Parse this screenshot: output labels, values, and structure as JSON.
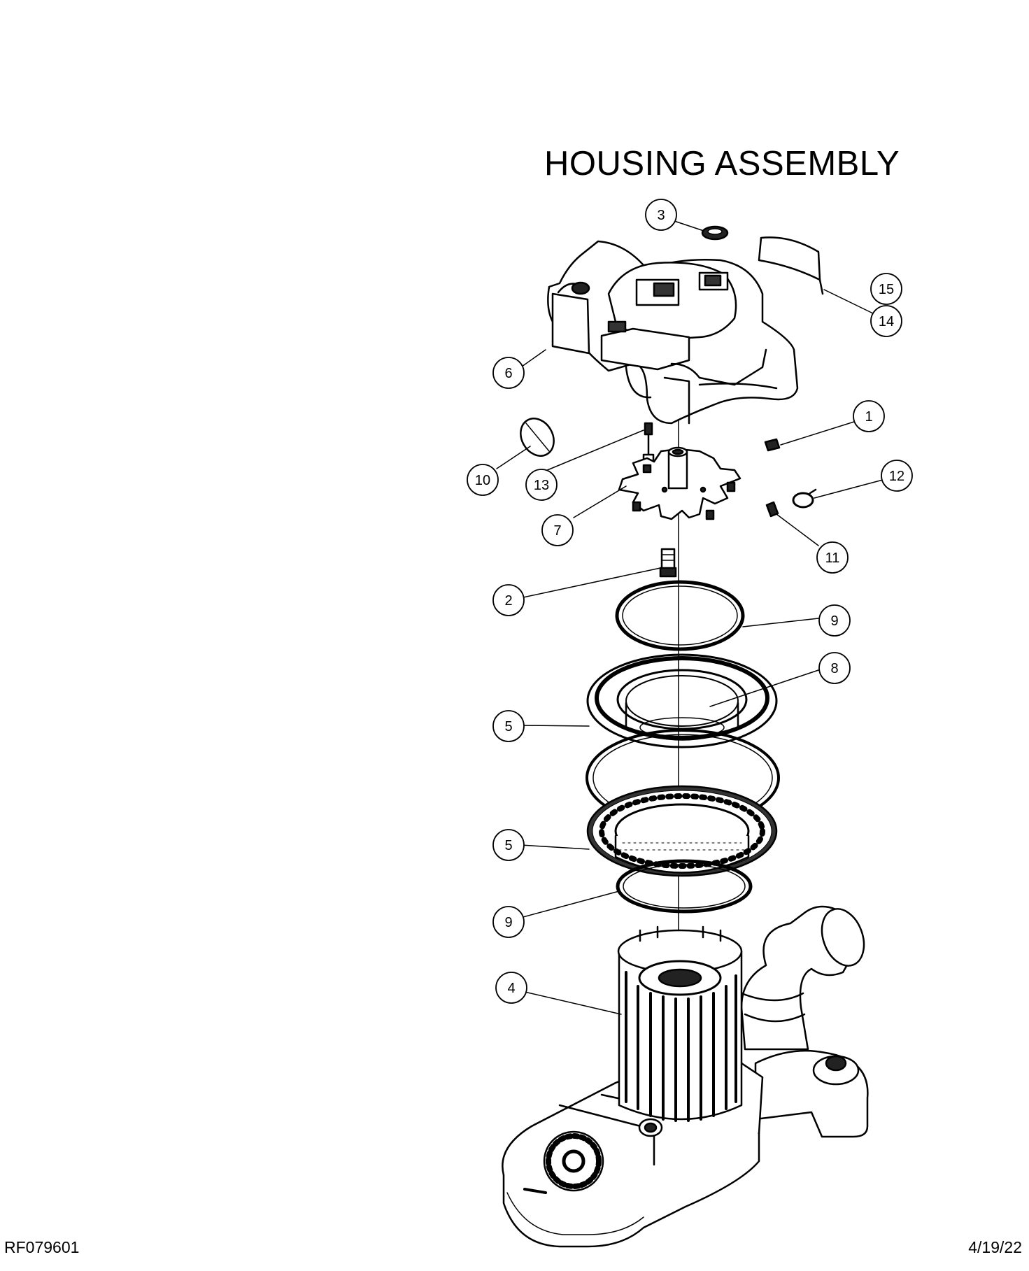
{
  "title": "HOUSING ASSEMBLY",
  "drawing_number": "RF079601",
  "date": "4/19/22",
  "callouts": [
    "3",
    "15",
    "14",
    "6",
    "1",
    "10",
    "13",
    "12",
    "7",
    "11",
    "2",
    "9",
    "8",
    "5",
    "5",
    "9",
    "4"
  ]
}
